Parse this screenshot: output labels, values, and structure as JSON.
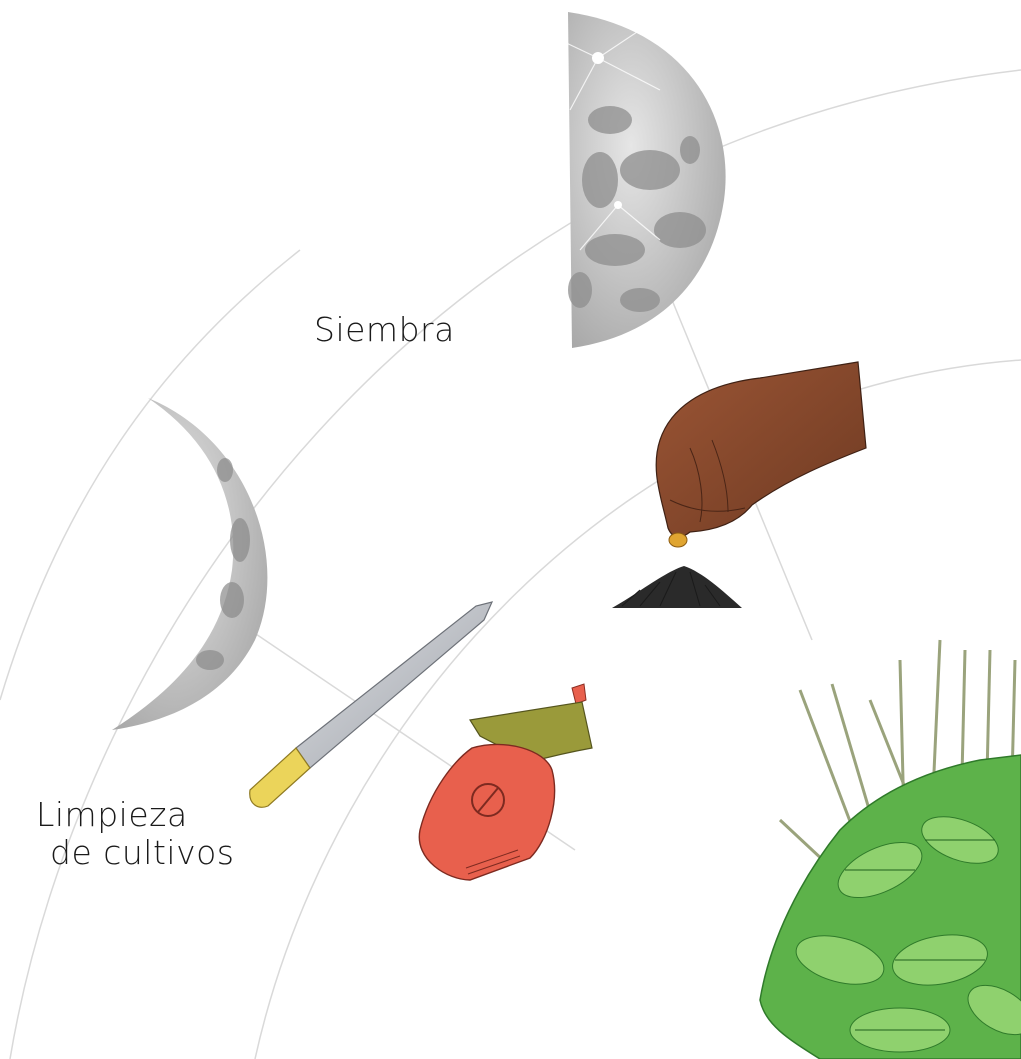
{
  "labels": {
    "siembra": "Siembra",
    "limpieza_line1": "Limpieza",
    "limpieza_line2": "de cultivos"
  },
  "icons": {
    "moon_half": "half-moon-icon",
    "moon_crescent": "crescent-moon-icon",
    "hand": "hand-planting-seed-icon",
    "soil": "soil-mound-icon",
    "machete": "machete-icon",
    "sprayer": "pump-sprayer-icon",
    "plant": "leafy-crop-icon"
  },
  "colors": {
    "background": "#ffffff",
    "orbit_line": "#d8d8d8",
    "moon_gray": "#c9c9c9",
    "moon_dark": "#8a8a8a",
    "skin": "#8a4a2c",
    "seed": "#e0a531",
    "blade": "#b9bcc2",
    "handle": "#ebd45a",
    "sprayer_red": "#e8604d",
    "sprayer_top": "#9a9a3a",
    "leaf_green": "#5db24a",
    "leaf_dark": "#2f7a2a",
    "grass": "#a9b38d"
  }
}
